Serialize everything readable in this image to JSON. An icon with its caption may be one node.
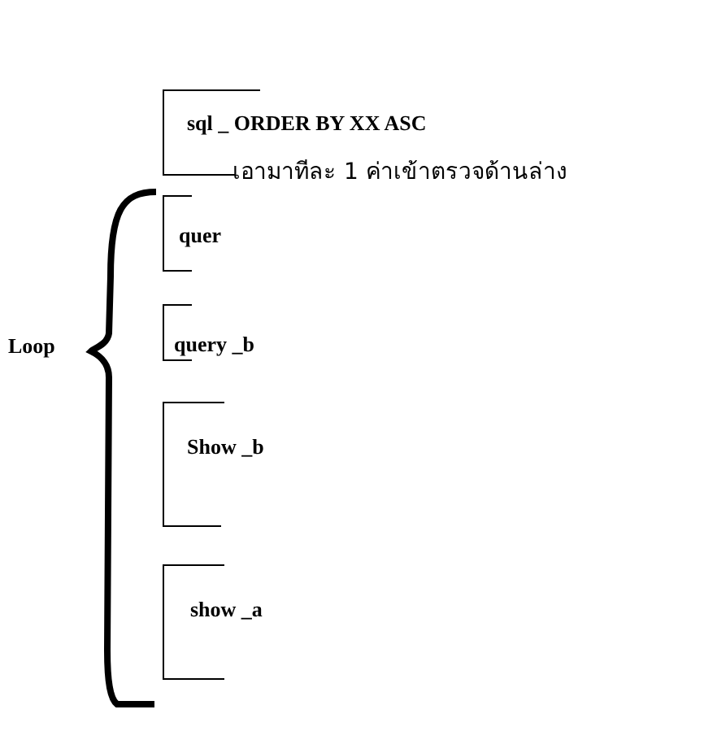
{
  "diagram": {
    "nodes": [
      {
        "text": [
          "sql _ ORDER BY XX ASC",
          "เอามาทีละ 1 ค่าเข้าตรวจด้านล่าง"
        ]
      },
      {
        "text": [
          "quer"
        ]
      },
      {
        "text": [
          "query _b"
        ]
      },
      {
        "text": [
          "Show _b"
        ]
      },
      {
        "text": [
          "show _a"
        ]
      }
    ],
    "labels": [
      "Loop"
    ]
  }
}
